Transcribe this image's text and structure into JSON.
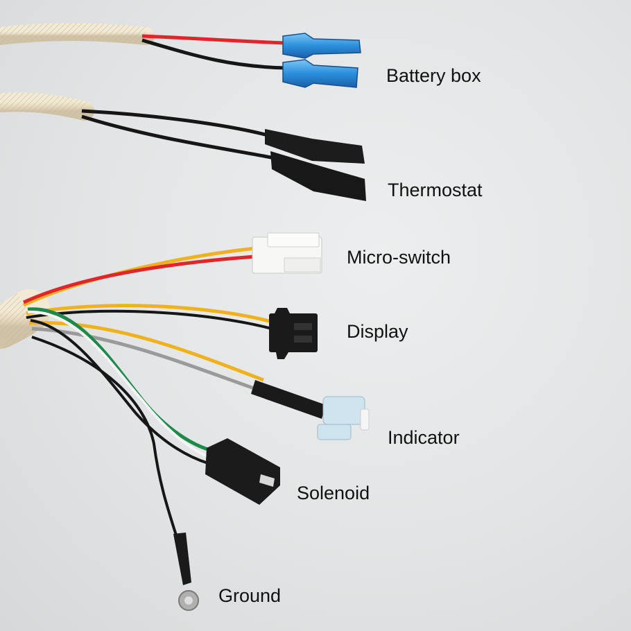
{
  "photo": {
    "labels": {
      "battery_box": "Battery box",
      "thermostat": "Thermostat",
      "micro_switch": "Micro-switch",
      "display": "Display",
      "indicator": "Indicator",
      "solenoid": "Solenoid",
      "ground": "Ground"
    },
    "wire_colors": {
      "red": "#e0262a",
      "black": "#161616",
      "yellow": "#f0b21c",
      "green": "#1d8a4a",
      "white": "#f4f4f4",
      "gray": "#9a9a9a",
      "sleeve": "#e8ddc6",
      "blue_terminal": "#2b8fdc"
    }
  }
}
